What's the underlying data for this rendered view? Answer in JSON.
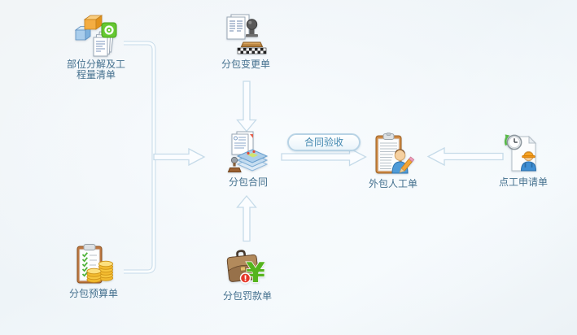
{
  "diagram": {
    "badge": {
      "label": "合同验收"
    },
    "nodes": [
      {
        "id": "boq",
        "label": "部位分解及工程量清单",
        "icon": "blocks-documents-icon"
      },
      {
        "id": "change-order",
        "label": "分包变更单",
        "icon": "documents-stamp-icon"
      },
      {
        "id": "contract",
        "label": "分包合同",
        "icon": "contract-layers-stamp-icon"
      },
      {
        "id": "outsource-labor",
        "label": "外包人工单",
        "icon": "clipboard-worker-pencil-icon"
      },
      {
        "id": "daywork-request",
        "label": "点工申请单",
        "icon": "document-clock-worker-icon"
      },
      {
        "id": "budget",
        "label": "分包预算单",
        "icon": "clipboard-coins-icon"
      },
      {
        "id": "fine",
        "label": "分包罚款单",
        "icon": "briefcase-yuan-alert-icon"
      }
    ],
    "colors": {
      "background": "#eef3f7",
      "arrow_outline": "#c6dbe9",
      "arrow_fill": "#fbfdff",
      "label_text": "#44708E",
      "badge_text": "#4388B0",
      "badge_border": "#b8d3e5"
    }
  }
}
